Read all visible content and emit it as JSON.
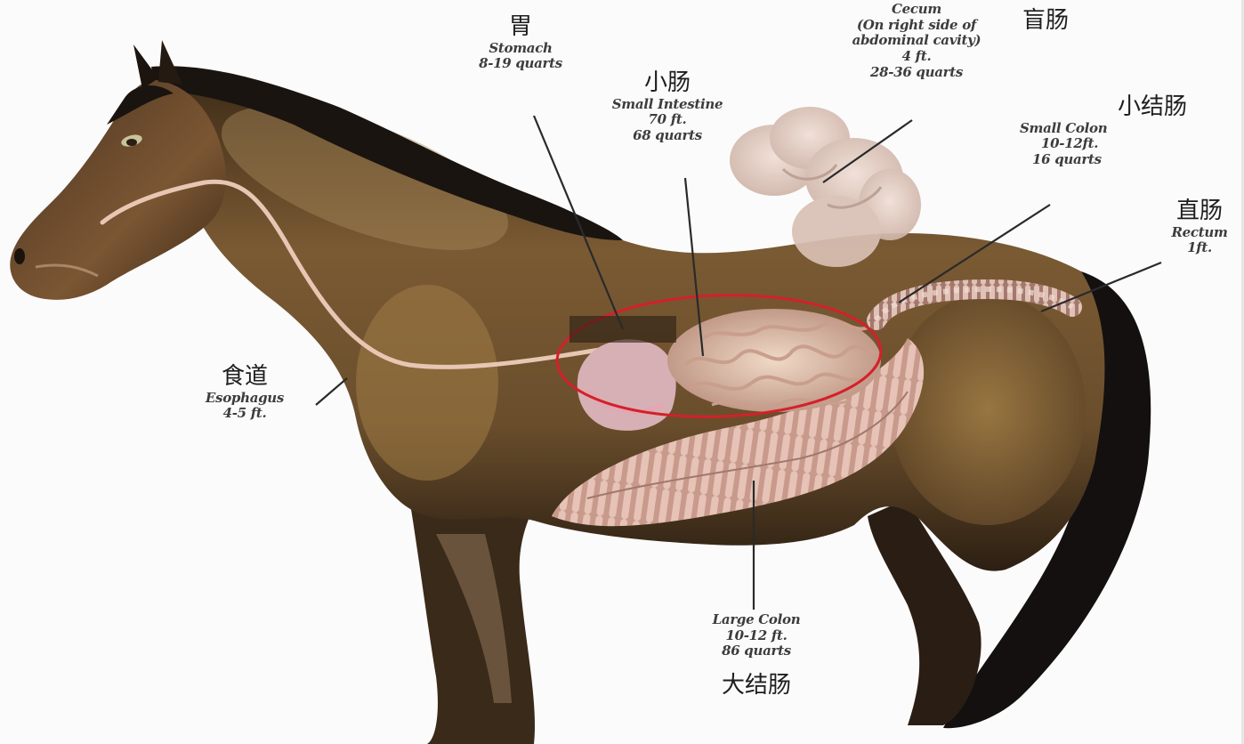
{
  "diagram": {
    "subject": "Horse digestive system",
    "highlight": {
      "label": "Small intestine region",
      "color": "#d4202a"
    },
    "colors": {
      "background": "#fbfbfc",
      "coat": "#6b5030",
      "coat_light": "#a4834f",
      "mane": "#1a1410",
      "intestine": "#d8b2a4",
      "esophagus": "#e8c6b4",
      "leader_line": "#2a2a2a"
    }
  },
  "labels": {
    "stomach": {
      "zh": "胃",
      "en_name": "Stomach",
      "size": "8-19 quarts"
    },
    "small_intestine": {
      "zh": "小肠",
      "en_name": "Small Intestine",
      "length": "70 ft.",
      "size": "68 quarts"
    },
    "cecum": {
      "zh": "盲肠",
      "en_name": "Cecum",
      "note_1": "(On right side of",
      "note_2": "abdominal cavity)",
      "length": "4 ft.",
      "size": "28-36 quarts"
    },
    "small_colon": {
      "zh": "小结肠",
      "en_name": "Small Colon",
      "length": "10-12ft.",
      "size": "16 quarts"
    },
    "rectum": {
      "zh": "直肠",
      "en_name": "Rectum",
      "length": "1ft."
    },
    "esophagus": {
      "zh": "食道",
      "en_name": "Esophagus",
      "length": "4-5 ft."
    },
    "large_colon": {
      "zh": "大结肠",
      "en_name": "Large Colon",
      "length": "10-12 ft.",
      "size": "86 quarts"
    }
  }
}
